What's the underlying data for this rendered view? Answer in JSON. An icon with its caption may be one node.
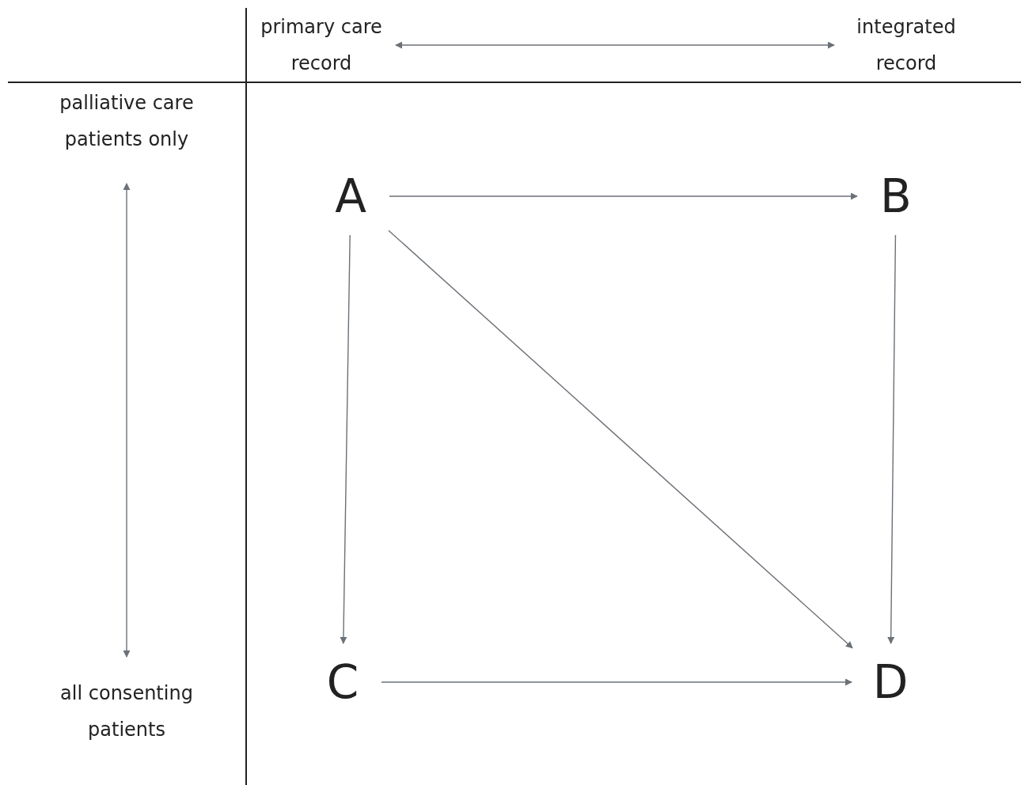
{
  "diagram": {
    "nodes": [
      {
        "text": [
          "primary care record"
        ]
      },
      {
        "text": [
          "integrated record"
        ]
      },
      {
        "text": [
          "palliative care patients only"
        ]
      },
      {
        "text": [
          "all consenting patients"
        ]
      },
      {
        "text": [
          "A"
        ]
      },
      {
        "text": [
          "B"
        ]
      },
      {
        "text": [
          "C"
        ]
      },
      {
        "text": [
          "D"
        ]
      }
    ],
    "edges": [
      {
        "from": 0,
        "to": 1,
        "arrow": "both"
      },
      {
        "from": 2,
        "to": 3,
        "arrow": "both"
      },
      {
        "from": 4,
        "to": 5,
        "arrow": "to"
      },
      {
        "from": 4,
        "to": 6,
        "arrow": "to"
      },
      {
        "from": 4,
        "to": 7,
        "arrow": "to"
      },
      {
        "from": 5,
        "to": 7,
        "arrow": "to"
      },
      {
        "from": 6,
        "to": 7,
        "arrow": "to"
      }
    ]
  }
}
